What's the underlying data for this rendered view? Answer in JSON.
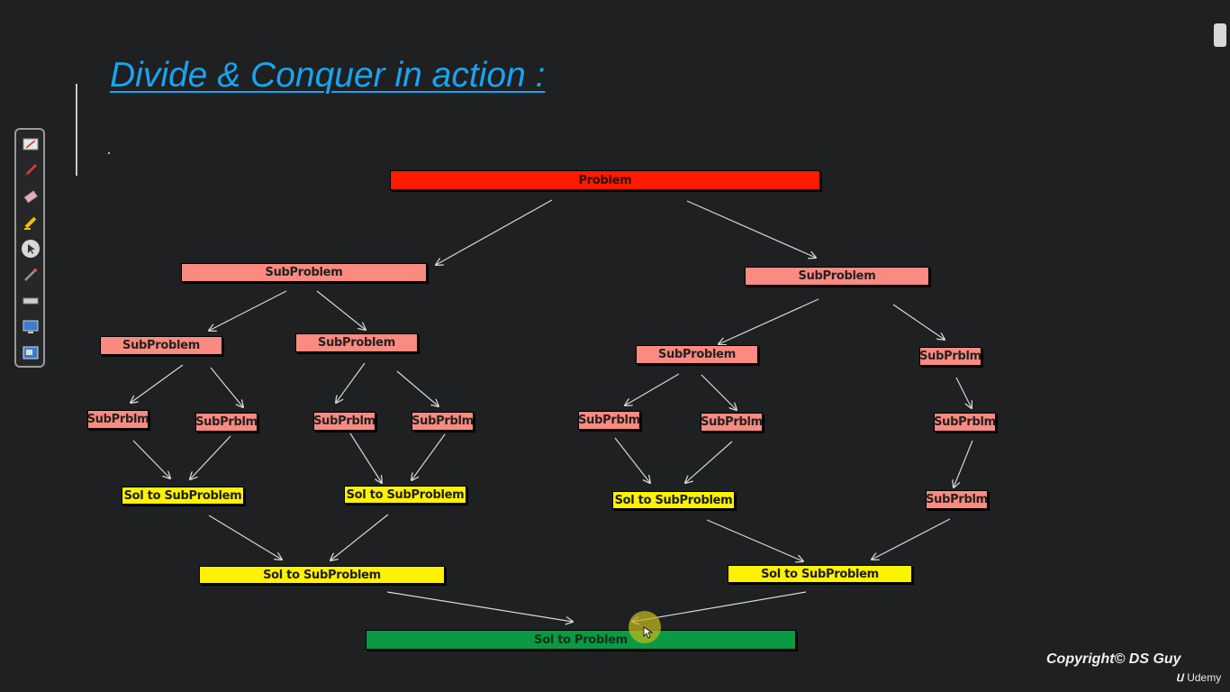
{
  "slide": {
    "title": "Divide & Conquer in action :",
    "copyright": "Copyright© DS Guy",
    "watermark": "Udemy"
  },
  "colors": {
    "background": "#1e2021",
    "title": "#1aa3ee",
    "problem": "#ff1a00",
    "subproblem": "#fb8a80",
    "solution": "#fdf200",
    "final_solution": "#0b9a44"
  },
  "toolbar": {
    "tools": [
      "whiteboard-icon",
      "pen-icon",
      "eraser-icon",
      "highlighter-icon",
      "pointer-icon",
      "laser-pointer-icon",
      "ruler-icon",
      "screen-icon",
      "capture-icon"
    ],
    "selected": "pointer-icon"
  },
  "diagram": {
    "problem": "Problem",
    "subproblems_l1": [
      "SubProblem",
      "SubProblem"
    ],
    "subproblems_l2": [
      "SubProblem",
      "SubProblem",
      "SubProblem",
      "SubPrblm"
    ],
    "subproblems_l3": [
      "SubPrblm",
      "SubPrblm",
      "SubPrblm",
      "SubPrblm",
      "SubPrblm",
      "SubPrblm",
      "SubPrblm"
    ],
    "subproblem_l4": "SubPrblm",
    "solutions_l1": [
      "Sol to SubProblem",
      "Sol to SubProblem",
      "Sol to SubProblem"
    ],
    "solutions_l2": [
      "Sol to SubProblem",
      "Sol to SubProblem"
    ],
    "final_solution": "Sol to Problem"
  }
}
